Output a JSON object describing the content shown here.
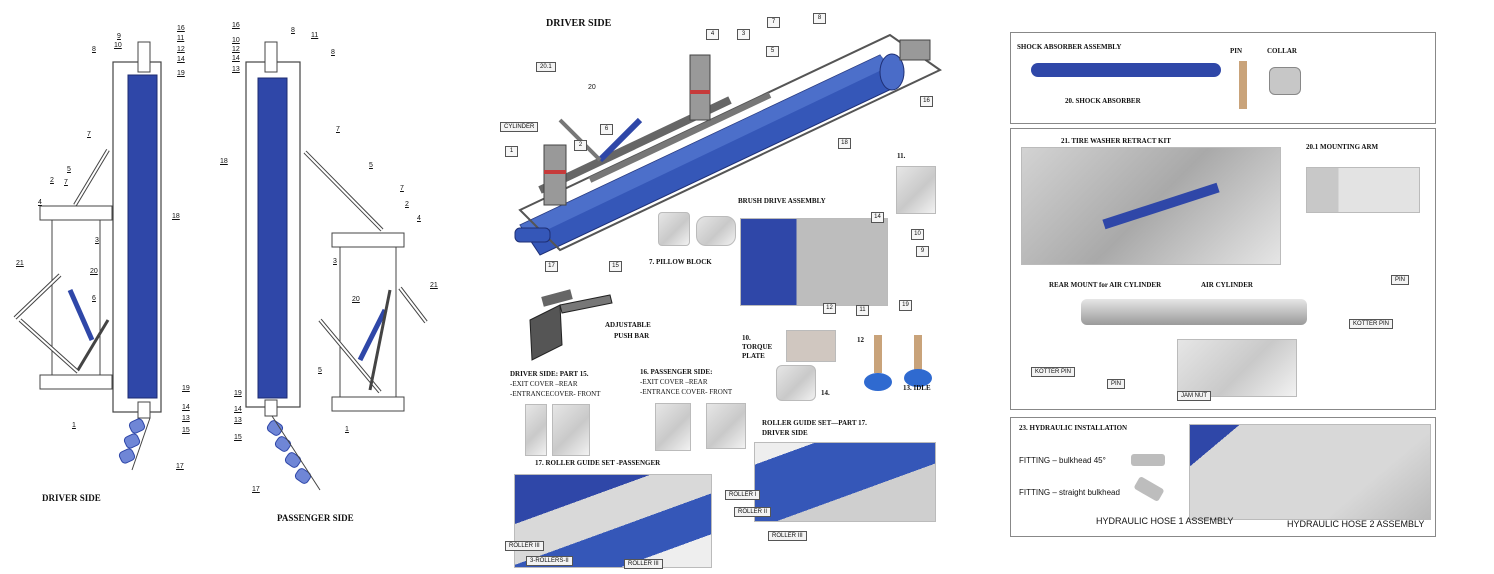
{
  "colors": {
    "accent_blue": "#2f47a8",
    "frame": "#555555"
  },
  "left": {
    "driver_caption": "DRIVER SIDE",
    "passenger_caption": "PASSENGER SIDE",
    "driver_numbers": [
      "9",
      "16",
      "10",
      "11",
      "8",
      "12",
      "14",
      "19",
      "7",
      "5",
      "2",
      "7",
      "4",
      "3",
      "18",
      "21",
      "20",
      "6",
      "19",
      "14",
      "13",
      "15",
      "17",
      "1"
    ],
    "passenger_numbers": [
      "16",
      "8",
      "10",
      "11",
      "12",
      "14",
      "13",
      "8",
      "18",
      "7",
      "5",
      "7",
      "2",
      "4",
      "3",
      "20",
      "21",
      "5",
      "19",
      "14",
      "13",
      "15",
      "1",
      "17"
    ]
  },
  "middle": {
    "title": "DRIVER SIDE",
    "part_numbers": [
      "7",
      "8",
      "4",
      "3",
      "5",
      "20.1",
      "20",
      "16",
      "CYLINDER",
      "6",
      "2",
      "1",
      "18",
      "17",
      "15"
    ],
    "pillow_block": "7. PILLOW BLOCK",
    "brush_drive": "BRUSH DRIVE ASSEMBLY",
    "brush_numbers": [
      "14",
      "10",
      "9",
      "12",
      "11",
      "19"
    ],
    "item_11": "11.",
    "push_bar_1": "ADJUSTABLE",
    "push_bar_2": "PUSH  BAR",
    "torque_1": "10.",
    "torque_2": "TORQUE",
    "torque_3": "PLATE",
    "item_12": "12",
    "item_14": "14.",
    "idle": "13. IDLE",
    "driver_part15": "DRIVER SIDE: PART 15.",
    "driver_part15_a": "-EXIT COVER –REAR",
    "driver_part15_b": "-ENTRANCECOVER- FRONT",
    "pass_part16": "16. PASSENGER SIDE:",
    "pass_part16_a": "-EXIT COVER –REAR",
    "pass_part16_b": "-ENTRANCE COVER- FRONT",
    "roller_set_pass": "17. ROLLER GUIDE SET -PASSENGER",
    "roller_set_driver_1": "ROLLER GUIDE SET—PART 17.",
    "roller_set_driver_2": "DRIVER SIDE",
    "roller_tags_pass": [
      "ROLLER III",
      "3-ROLLERS-II",
      "ROLLER III"
    ],
    "roller_tags_driver": [
      "ROLLER I",
      "ROLLER II",
      "ROLLER III"
    ]
  },
  "right": {
    "shock_title": "SHOCK ABSORBER ASSEMBLY",
    "pin": "PIN",
    "collar": "COLLAR",
    "shock_label": "20. SHOCK ABSORBER",
    "retract_title": "21. TIRE WASHER RETRACT KIT",
    "mount_arm": "20.1 MOUNTING ARM",
    "rear_mount": "REAR MOUNT for AIR CYLINDER",
    "air_cyl": "AIR CYLINDER",
    "pin_tag": "PIN",
    "kotter_pin_right": "KOTTER PIN",
    "kotter_pin_left": "KOTTER PIN",
    "pin_tag2": "PIN",
    "jam_nut": "JAM NUT",
    "hyd_title": "23. HYDRAULIC INSTALLATION",
    "fitting_45": "FITTING – bulkhead 45°",
    "fitting_straight": "FITTING – straight bulkhead",
    "hose1": "HYDRAULIC HOSE 1 ASSEMBLY",
    "hose2": "HYDRAULIC HOSE 2 ASSEMBLY"
  }
}
